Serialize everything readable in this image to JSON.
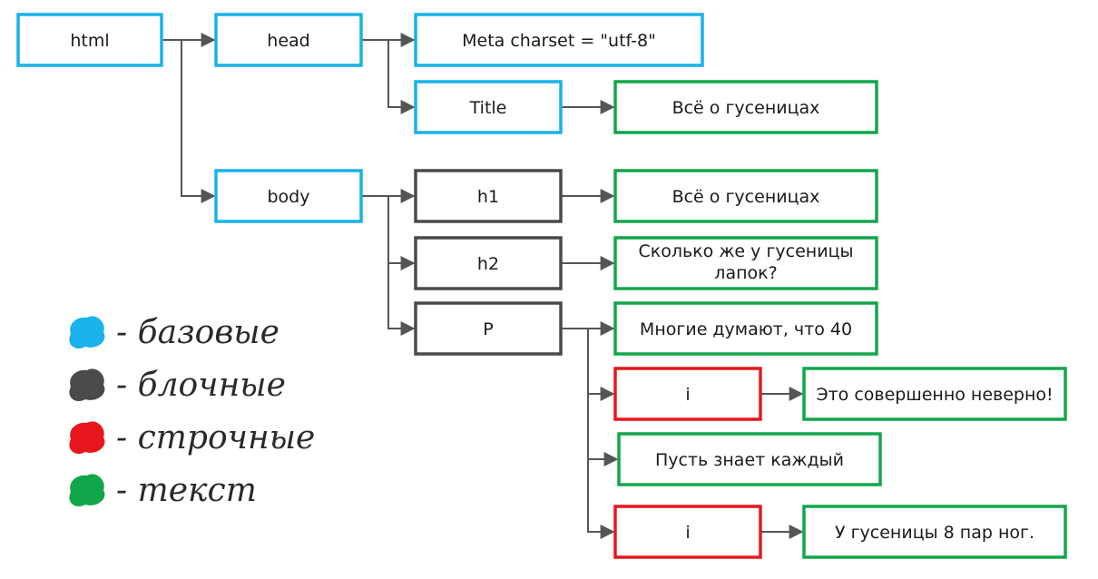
{
  "colors": {
    "base": "#19b2ea",
    "block": "#4a4a4a",
    "inline": "#e8171d",
    "text": "#12a64a",
    "edge": "#555555"
  },
  "nodes": [
    {
      "id": "html",
      "label": "html",
      "kind": "base"
    },
    {
      "id": "head",
      "label": "head",
      "kind": "base"
    },
    {
      "id": "meta",
      "label": "Meta charset = \"utf-8\"",
      "kind": "base"
    },
    {
      "id": "title",
      "label": "Title",
      "kind": "base"
    },
    {
      "id": "title-text",
      "label": "Всё о гусеницах",
      "kind": "text"
    },
    {
      "id": "body",
      "label": "body",
      "kind": "base"
    },
    {
      "id": "h1",
      "label": "h1",
      "kind": "block"
    },
    {
      "id": "h1-text",
      "label": "Всё о гусеницах",
      "kind": "text"
    },
    {
      "id": "h2",
      "label": "h2",
      "kind": "block"
    },
    {
      "id": "h2-text",
      "label": "Сколько же у гусеницы лапок?",
      "kind": "text"
    },
    {
      "id": "p",
      "label": "P",
      "kind": "block"
    },
    {
      "id": "p-text",
      "label": "Многие думают, что 40",
      "kind": "text"
    },
    {
      "id": "i1",
      "label": "i",
      "kind": "inline"
    },
    {
      "id": "i1-text",
      "label": "Это совершенно неверно!",
      "kind": "text"
    },
    {
      "id": "p-text2",
      "label": "Пусть знает каждый",
      "kind": "text"
    },
    {
      "id": "i2",
      "label": "i",
      "kind": "inline"
    },
    {
      "id": "i2-text",
      "label": "У гусеницы 8 пар ног.",
      "kind": "text"
    }
  ],
  "legend": [
    {
      "kind": "base",
      "label": "- базовые",
      "icon": "blue-blob-icon"
    },
    {
      "kind": "block",
      "label": "- блочные",
      "icon": "gray-blob-icon"
    },
    {
      "kind": "inline",
      "label": "- строчные",
      "icon": "red-blob-icon"
    },
    {
      "kind": "text",
      "label": "- текст",
      "icon": "green-blob-icon"
    }
  ]
}
